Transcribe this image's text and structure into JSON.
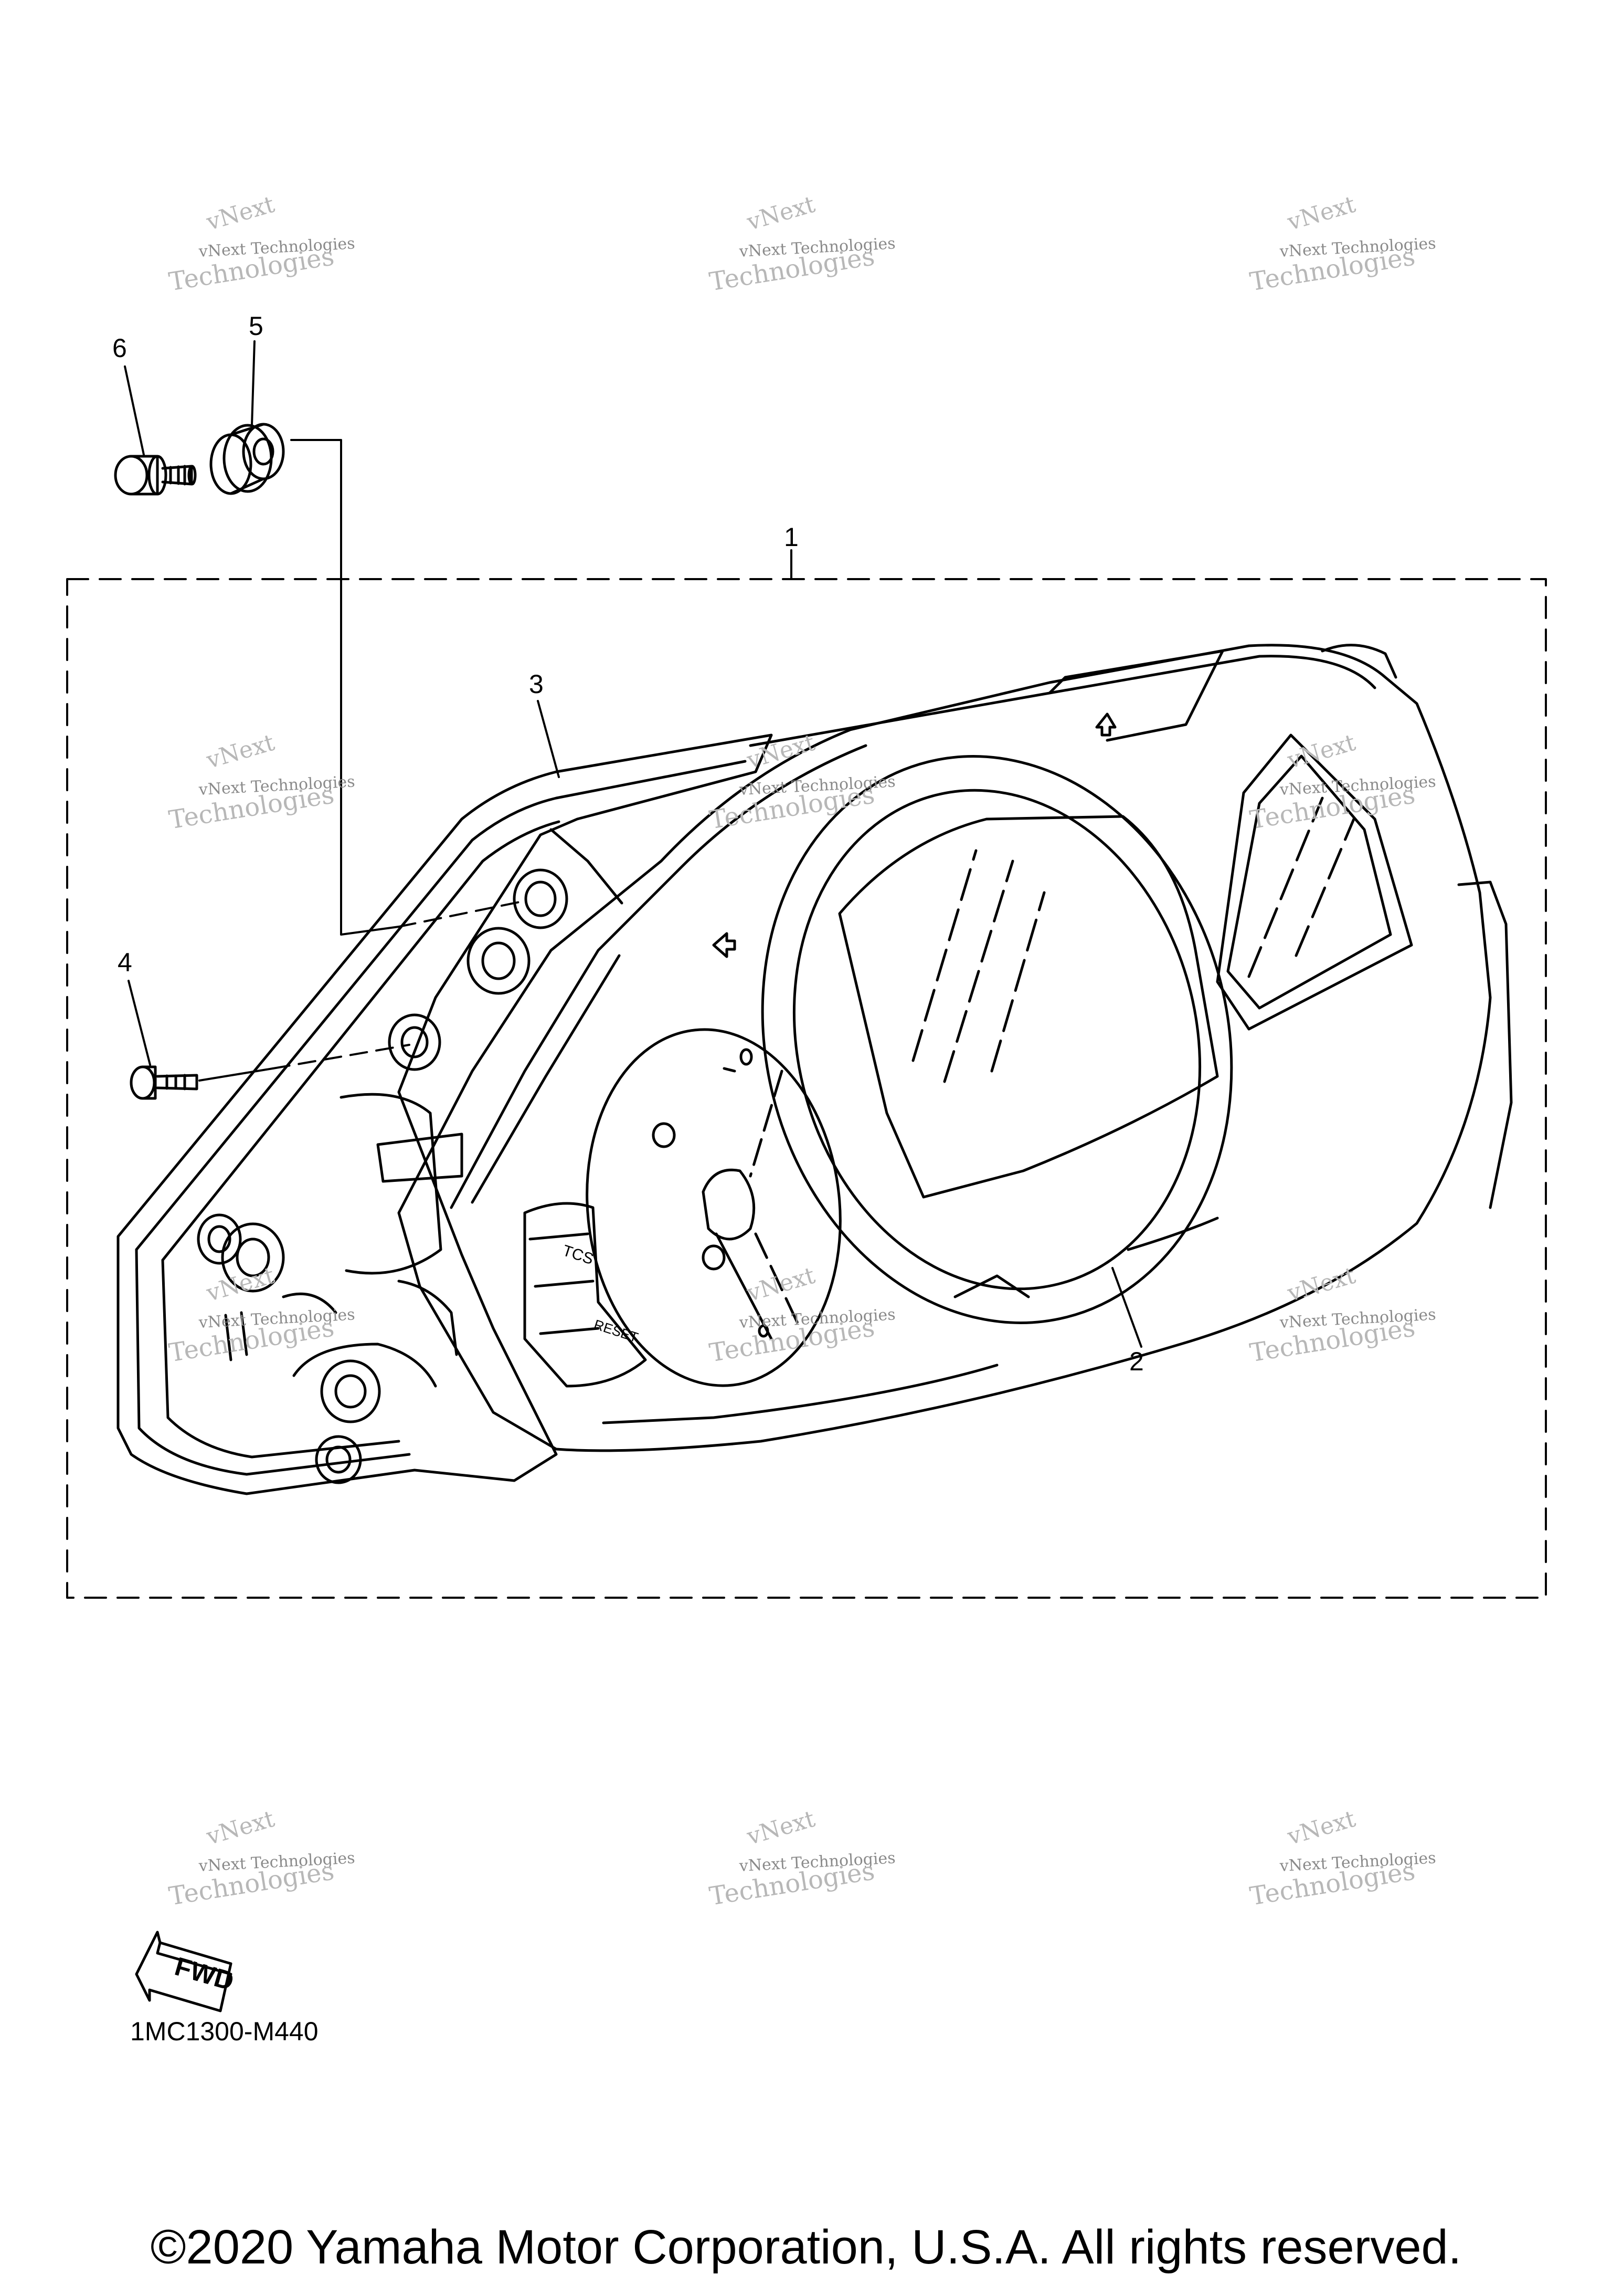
{
  "diagram": {
    "callouts": [
      {
        "id": "1",
        "label": "1"
      },
      {
        "id": "2",
        "label": "2"
      },
      {
        "id": "3",
        "label": "3"
      },
      {
        "id": "4",
        "label": "4"
      },
      {
        "id": "5",
        "label": "5"
      },
      {
        "id": "6",
        "label": "6"
      }
    ],
    "button_labels": {
      "tcs": "TCS",
      "reset": "RESET"
    },
    "fwd_label": "FWD",
    "diagram_code": "1MC1300-M440"
  },
  "watermark": {
    "line1": "vNext",
    "line2": "vNext Technologies",
    "line3": "Technologies"
  },
  "footer": {
    "copyright": "©2020 Yamaha Motor Corporation, U.S.A. All rights reserved."
  }
}
